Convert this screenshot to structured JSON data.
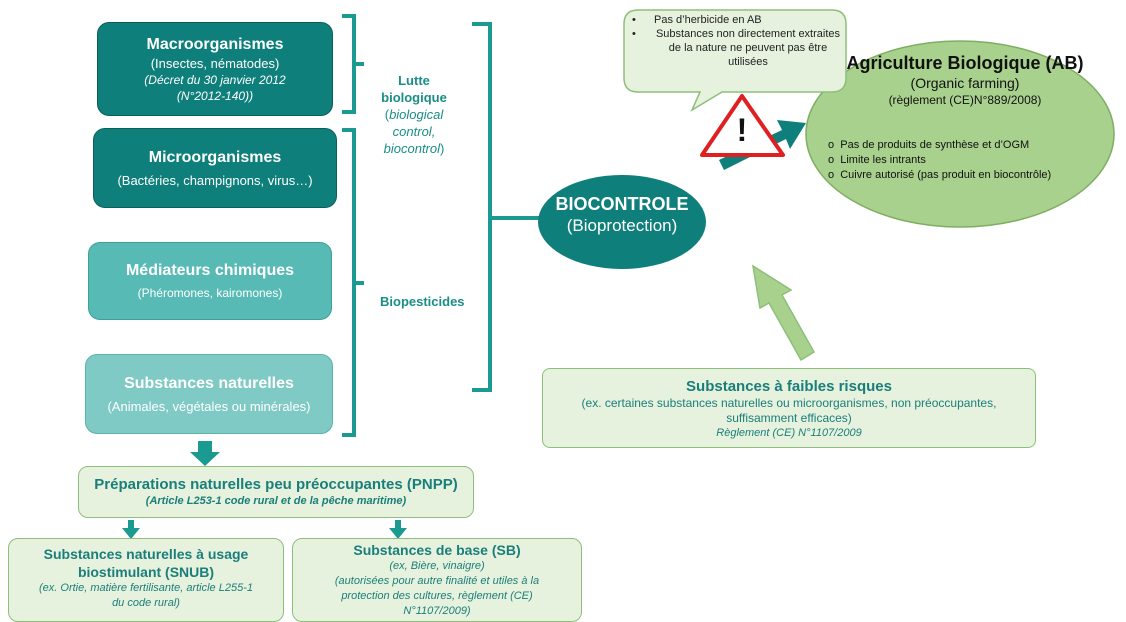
{
  "left": {
    "macro": {
      "title": "Macroorganismes",
      "sub": "(Insectes, nématodes)",
      "decree1": "(Décret du 30 janvier 2012",
      "decree2": "(N°2012-140))"
    },
    "micro": {
      "title": "Microorganismes",
      "sub": "(Bactéries, champignons, virus…)"
    },
    "mediateurs": {
      "title": "Médiateurs chimiques",
      "sub": "(Phéromones, kairomones)"
    },
    "naturelles": {
      "title": "Substances naturelles",
      "sub": "(Animales, végétales ou minérales)"
    }
  },
  "labels": {
    "lutte_title": "Lutte biologique",
    "lutte_paren_open": "(",
    "lutte_sub1": "biological control,",
    "lutte_sub2": "biocontrol",
    "lutte_paren_close": ")",
    "biopesticides": "Biopesticides"
  },
  "biocontrole": {
    "title": "BIOCONTROLE",
    "sub": "(Bioprotection)"
  },
  "callout": {
    "items": [
      "Pas d’herbicide en AB",
      "Substances non directement extraites de la nature ne peuvent pas être utilisées"
    ]
  },
  "warning_symbol": "!",
  "ab": {
    "title": "Agriculture Biologique  (AB)",
    "sub": "(Organic farming)",
    "reg": "(règlement (CE)N°889/2008)",
    "items": [
      "Pas de produits de synthèse et  d’OGM",
      "Limite les intrants",
      "Cuivre autorisé (pas produit en biocontrôle)"
    ]
  },
  "faibles": {
    "title": "Substances à faibles risques",
    "line1": "(ex. certaines substances naturelles ou microorganismes, non préoccupantes,",
    "line2": "suffisamment efficaces)",
    "reg": "Règlement (CE) N°1107/2009"
  },
  "pnpp": {
    "title": "Préparations naturelles peu préoccupantes (PNPP)",
    "sub": "(Article L253-1 code rural et de la pêche maritime)"
  },
  "snub": {
    "title1": "Substances naturelles à usage",
    "title2": "biostimulant (SNUB)",
    "sub1": "(ex. Ortie, matière fertilisante, article L255-1",
    "sub2": "du code rural)"
  },
  "sb": {
    "title": "Substances de base (SB)",
    "sub1": "(ex, Bière, vinaigre)",
    "sub2": "(autorisées pour autre finalité et utiles à la",
    "sub3": "protection des cultures, règlement (CE)",
    "sub4": "N°1107/2009)"
  },
  "colors": {
    "dark_teal": "#0e7f7a",
    "teal": "#1a8e86",
    "light_green": "#a9d18e",
    "pale_green": "#e6f1de",
    "warning_red": "#e02020"
  }
}
